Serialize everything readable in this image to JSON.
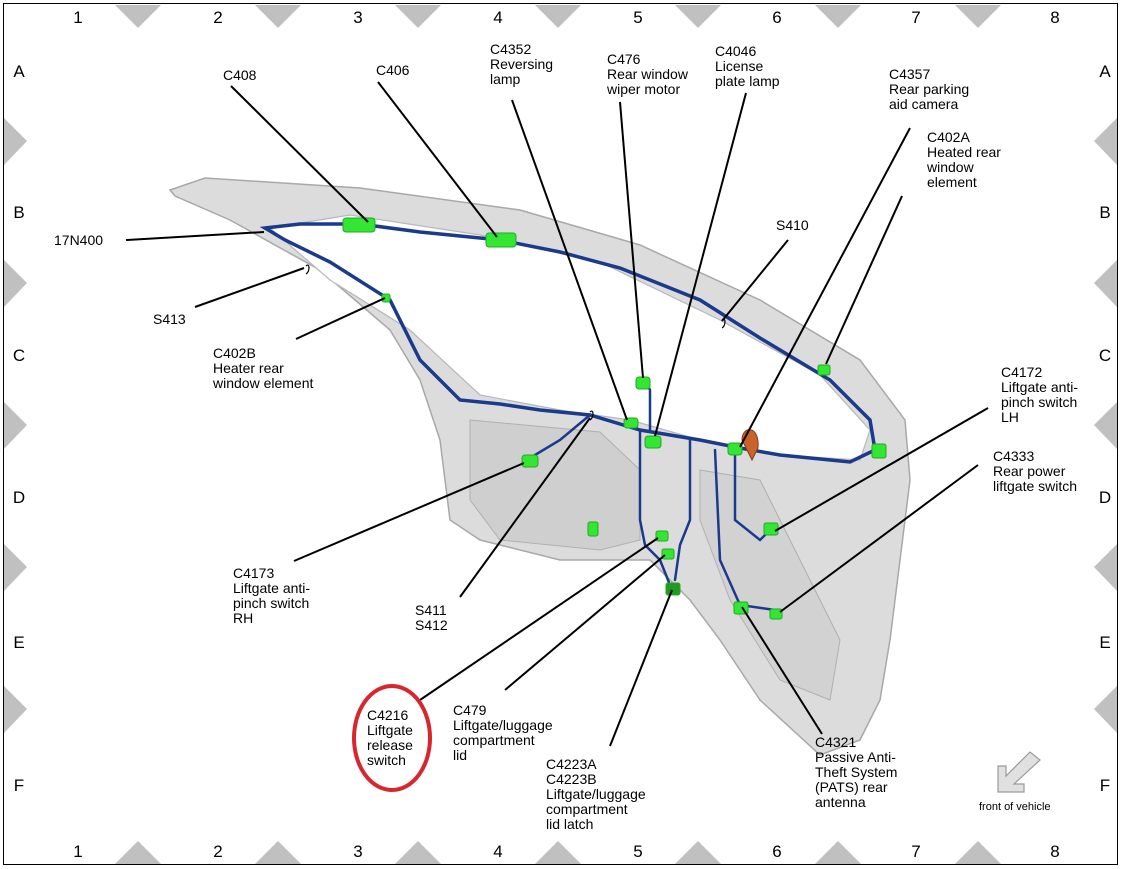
{
  "grid": {
    "columns": [
      "1",
      "2",
      "3",
      "4",
      "5",
      "6",
      "7",
      "8"
    ],
    "rows": [
      "A",
      "B",
      "C",
      "D",
      "E",
      "F"
    ]
  },
  "callouts": [
    {
      "id": "C408",
      "text": "C408"
    },
    {
      "id": "C406",
      "text": "C406"
    },
    {
      "id": "C4352",
      "text": "C4352\nReversing\nlamp"
    },
    {
      "id": "C476",
      "text": "C476\nRear window\nwiper motor"
    },
    {
      "id": "C4046",
      "text": "C4046\nLicense\nplate lamp"
    },
    {
      "id": "C4357",
      "text": "C4357\nRear parking\naid camera"
    },
    {
      "id": "C402A",
      "text": "C402A\nHeated rear\nwindow\nelement"
    },
    {
      "id": "S410",
      "text": "S410"
    },
    {
      "id": "17N400",
      "text": "17N400"
    },
    {
      "id": "S413",
      "text": "S413"
    },
    {
      "id": "C402B",
      "text": "C402B\nHeater rear\nwindow element"
    },
    {
      "id": "C4172",
      "text": "C4172\nLiftgate anti-\npinch switch\nLH"
    },
    {
      "id": "C4333",
      "text": "C4333\nRear power\nliftgate switch"
    },
    {
      "id": "C4173",
      "text": "C4173\nLiftgate anti-\npinch switch\nRH"
    },
    {
      "id": "S411",
      "text": "S411\nS412"
    },
    {
      "id": "C4216",
      "text": "C4216\nLiftgate\nrelease\nswitch"
    },
    {
      "id": "C479",
      "text": "C479\nLiftgate/luggage\ncompartment\nlid"
    },
    {
      "id": "C4223",
      "text": "C4223A\nC4223B\nLiftgate/luggage\ncompartment\nlid latch"
    },
    {
      "id": "C4321",
      "text": "C4321\nPassive Anti-\nTheft System\n(PATS) rear\nantenna"
    }
  ],
  "legend": {
    "front_label": "front of vehicle"
  },
  "highlight": {
    "target": "C4216",
    "color": "#d9262c"
  },
  "colors": {
    "harness": "#1a3a8c",
    "connector": "#33e633",
    "body": "#d8d8d8",
    "marker": "#c0c0c0"
  }
}
